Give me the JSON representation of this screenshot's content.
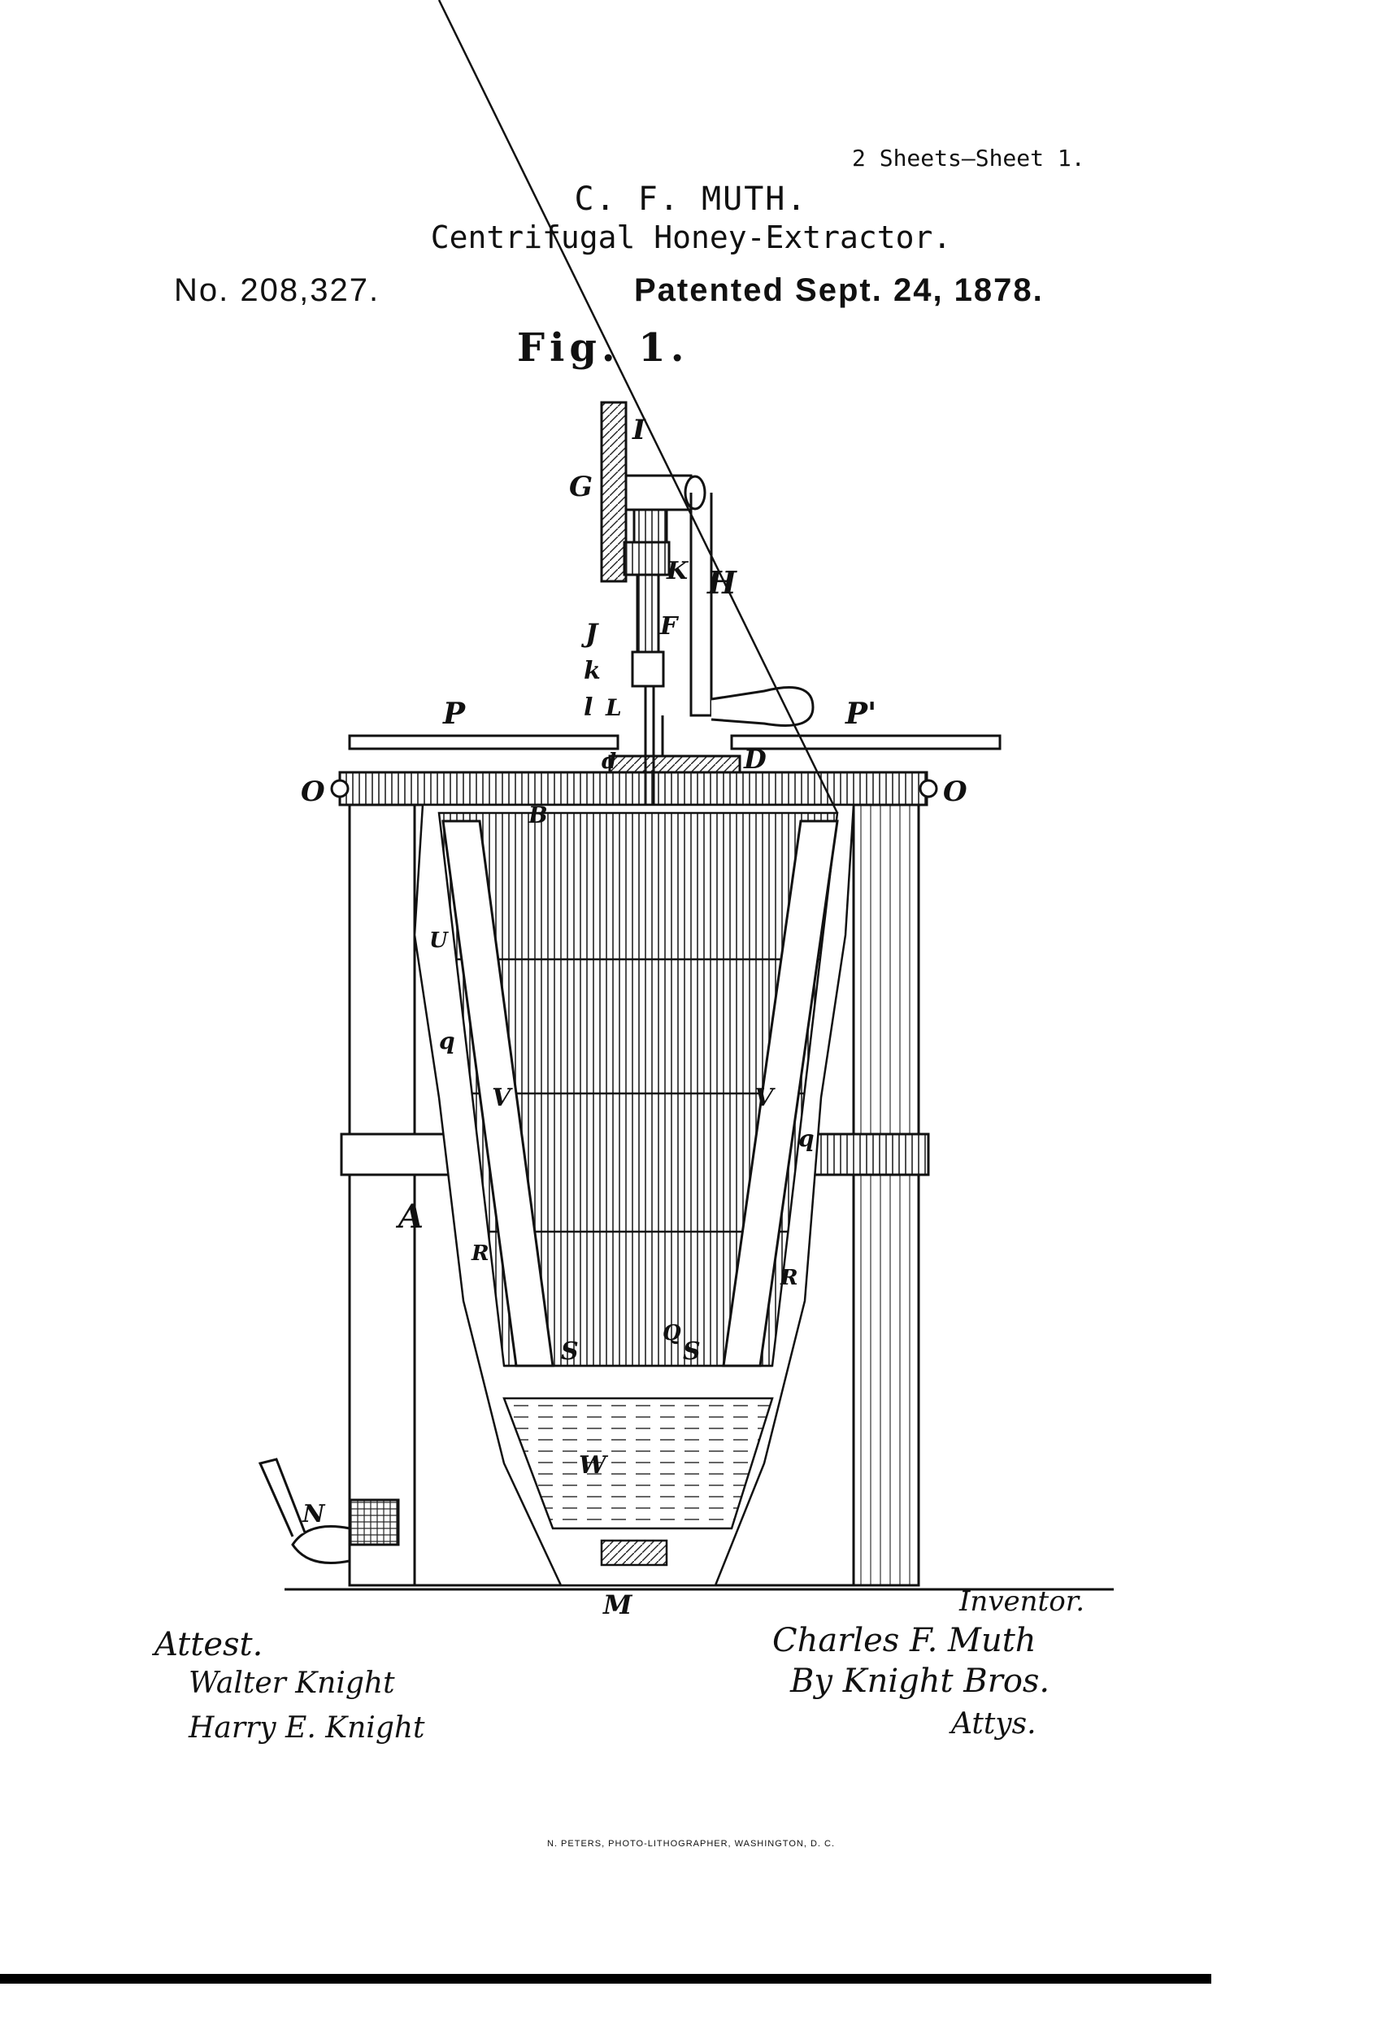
{
  "header": {
    "sheet": "2 Sheets—Sheet 1.",
    "inventor": "C. F. MUTH.",
    "title": "Centrifugal Honey-Extractor.",
    "patent_number": "No. 208,327.",
    "patent_date": "Patented Sept. 24, 1878."
  },
  "figure": {
    "label": "Fig. 1.",
    "part_letters": [
      "I",
      "G",
      "K",
      "H",
      "J",
      "F",
      "k",
      "l",
      "L",
      "P",
      "P'",
      "d",
      "D",
      "O",
      "O",
      "B",
      "U",
      "q",
      "V",
      "V",
      "q",
      "A",
      "R",
      "R",
      "S",
      "Q",
      "S",
      "W",
      "N",
      "M"
    ]
  },
  "signatures": {
    "attest_label": "Attest.",
    "witness_1": "Walter Knight",
    "witness_2": "Harry E. Knight",
    "inventor_label": "Inventor.",
    "inventor_signature": "Charles F. Muth",
    "by_line": "By Knight Bros.",
    "attorneys": "Attys."
  },
  "footer": {
    "printer": "N. PETERS, PHOTO-LITHOGRAPHER, WASHINGTON, D. C."
  }
}
